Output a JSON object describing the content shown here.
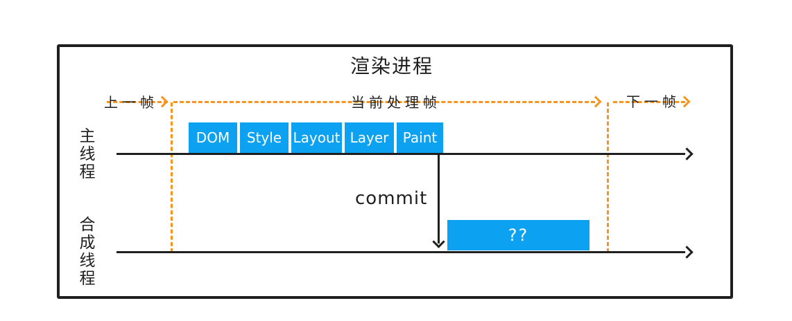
{
  "title": "渲染进程",
  "frame_markers": {
    "previous_frame": "上一帧",
    "current_frame": "当前处理帧",
    "next_frame": "下一帧"
  },
  "threads": {
    "main": {
      "label": "主线程",
      "stages": [
        "DOM",
        "Style",
        "Layout",
        "Layer",
        "Paint"
      ]
    },
    "compositor": {
      "label": "合成线程",
      "task_label": "??"
    }
  },
  "commit_label": "commit",
  "colors": {
    "stage-blue": "#0da1f2",
    "marker-orange": "#f7941d",
    "ink": "#1f1f1f",
    "stage-text": "#ffffff",
    "background": "#ffffff"
  }
}
